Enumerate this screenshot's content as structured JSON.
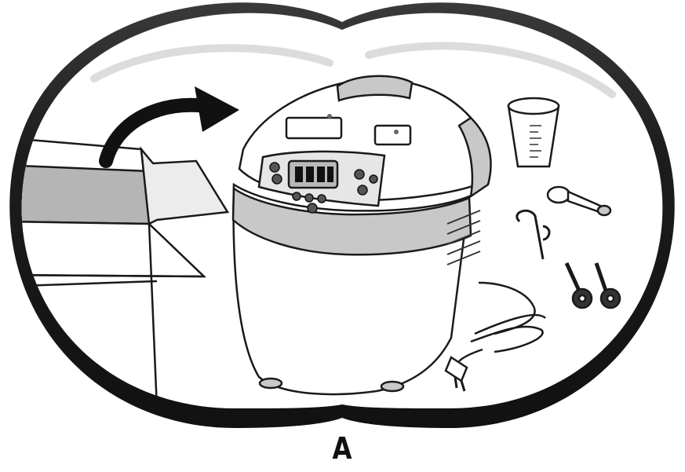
{
  "figure": {
    "caption": "A",
    "colors": {
      "outline": "#1a1a1a",
      "frame_dark": "#2b2b2b",
      "frame_light": "#d9d9d9",
      "panel_gray": "#c8c8c8",
      "box_gray": "#b5b5b5",
      "background": "#ffffff"
    },
    "items": [
      "bread-maker",
      "cardboard-box",
      "unpack-arrow",
      "measuring-cup",
      "measuring-spoon",
      "kneading-hook",
      "kneading-paddles",
      "power-cord"
    ]
  }
}
